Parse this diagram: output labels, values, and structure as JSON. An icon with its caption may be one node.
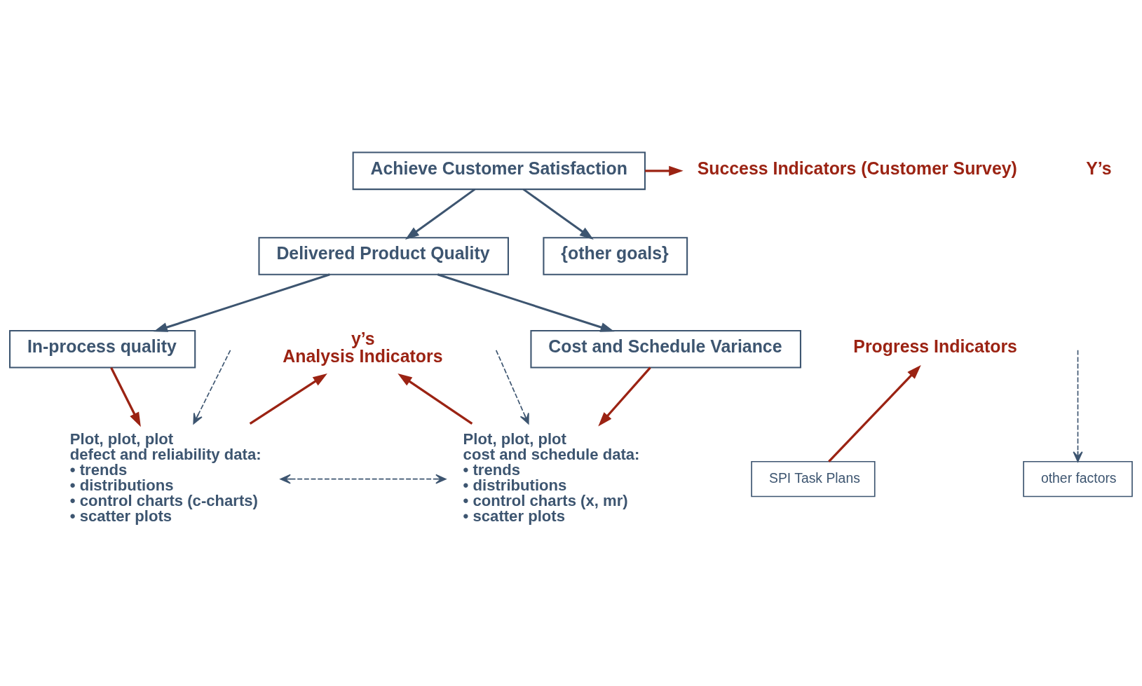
{
  "diagram": {
    "nodes": [
      {
        "text": [
          "Achieve Customer Satisfaction"
        ]
      },
      {
        "text": [
          "Success Indicators (Customer Survey)"
        ]
      },
      {
        "text": [
          "Delivered Product Quality"
        ]
      },
      {
        "text": [
          "{other goals}"
        ]
      },
      {
        "text": [
          "In-process quality"
        ]
      },
      {
        "text": [
          "y’s",
          "Analysis Indicators"
        ]
      },
      {
        "text": [
          "Cost and Schedule Variance"
        ]
      },
      {
        "text": [
          "Progress Indicators"
        ]
      },
      {
        "text": [
          "Plot, plot, plot",
          "defect and reliability data:",
          "• trends",
          "• distributions",
          "• control charts (c-charts)",
          "• scatter plots"
        ]
      },
      {
        "text": [
          "Plot, plot, plot",
          "cost and schedule data:",
          "• trends",
          "• distributions",
          "• control charts (x, mr)",
          "• scatter plots"
        ]
      },
      {
        "text": [
          "SPI Task Plans"
        ]
      },
      {
        "text": [
          "other factors"
        ]
      }
    ],
    "edges": [
      {
        "from": 0,
        "to": 1,
        "arrow": "to",
        "color": "#9b2313"
      },
      {
        "from": 0,
        "to": 2,
        "arrow": "to"
      },
      {
        "from": 0,
        "to": 3,
        "arrow": "to"
      },
      {
        "from": 2,
        "to": 4,
        "arrow": "to"
      },
      {
        "from": 2,
        "to": 6,
        "arrow": "to"
      },
      {
        "from": 4,
        "to": 8,
        "arrow": "to",
        "color": "#9b2313"
      },
      {
        "from": 8,
        "to": 5,
        "arrow": "to",
        "color": "#9b2313"
      },
      {
        "from": 9,
        "to": 5,
        "arrow": "to",
        "color": "#9b2313"
      },
      {
        "from": 6,
        "to": 9,
        "arrow": "to",
        "color": "#9b2313"
      },
      {
        "from": 10,
        "to": 7,
        "arrow": "to",
        "color": "#9b2313"
      },
      {
        "from": 8,
        "to": 9,
        "arrow": "both",
        "style": "dashed"
      },
      {
        "from": null,
        "to": 11,
        "arrow": "to",
        "style": "dashed"
      },
      {
        "from": null,
        "to": 8,
        "arrow": "to",
        "style": "dashed"
      },
      {
        "from": null,
        "to": 9,
        "arrow": "to",
        "style": "dashed"
      }
    ],
    "labels": [
      "Y’s"
    ]
  }
}
